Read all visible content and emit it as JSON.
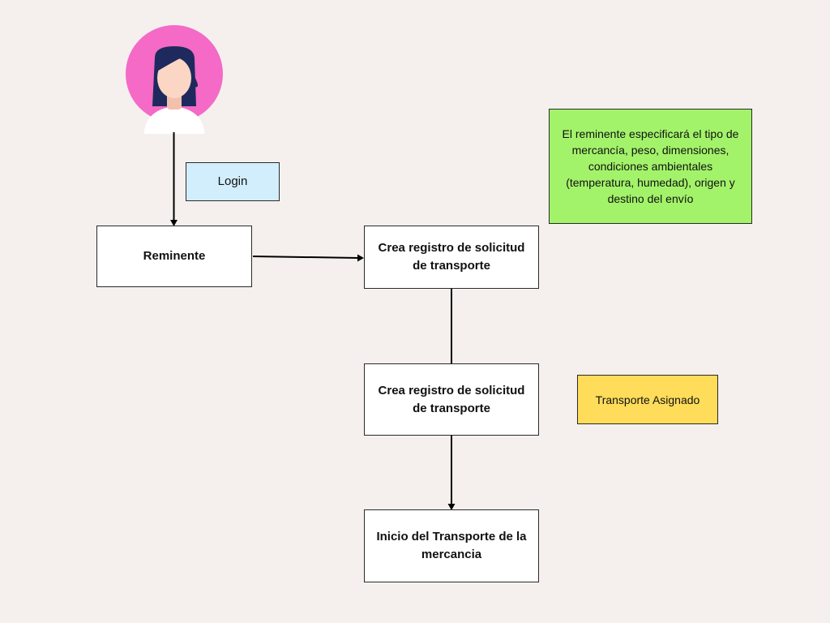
{
  "diagram": {
    "login_label": "Login",
    "remitente_label": "Reminente",
    "step1_label": "Crea registro de solicitud de transporte",
    "step2_label": "Crea registro de solicitud de transporte",
    "step3_label": "Inicio del Transporte de la mercancia",
    "note_label": "El reminente especificará el tipo de mercancía, peso, dimensiones, condiciones ambientales (temperatura, humedad), origen y destino del envío",
    "assigned_label": "Transporte Asignado"
  },
  "colors": {
    "background": "#f5f0ee",
    "login_fill": "#d2eefc",
    "note_fill": "#a3f36a",
    "assigned_fill": "#ffdc5a",
    "avatar_circle": "#f46ac6",
    "avatar_hair": "#1e2a5e",
    "avatar_skin": "#fbd6c4"
  },
  "icons": {
    "avatar": "user-avatar-icon"
  }
}
